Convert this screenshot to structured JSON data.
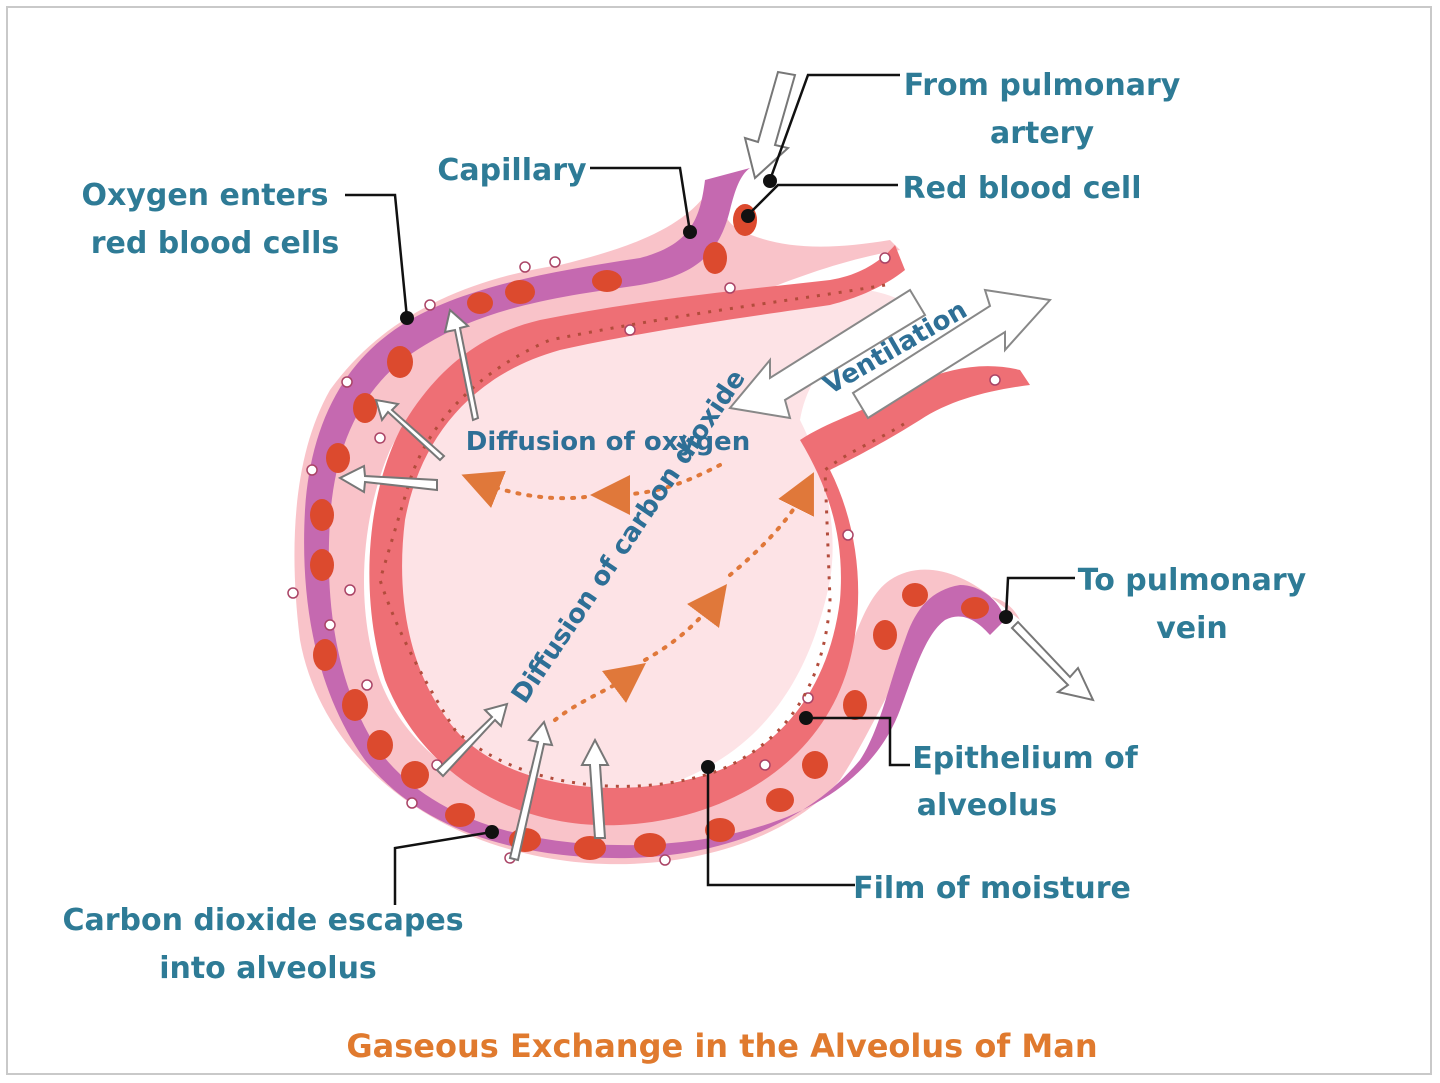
{
  "labels": {
    "from_artery_1": "From pulmonary",
    "from_artery_2": "artery",
    "red_blood_cell": "Red blood cell",
    "capillary": "Capillary",
    "oxygen_enters_1": "Oxygen enters",
    "oxygen_enters_2": "red blood cells",
    "ventilation": "Ventilation",
    "diffusion_oxygen": "Diffusion of oxygen",
    "diffusion_co2": "Diffusion of carbon dioxide",
    "to_vein_1": "To pulmonary",
    "to_vein_2": "vein",
    "epithelium_1": "Epithelium of",
    "epithelium_2": "alveolus",
    "film_moisture": "Film of moisture",
    "co2_escapes_1": "Carbon dioxide escapes",
    "co2_escapes_2": "into alveolus"
  },
  "caption": "Gaseous Exchange in the Alveolus of Man",
  "colors": {
    "label": "#2e7b96",
    "caption": "#e07a2e",
    "capillary": "#c569b0",
    "epithelium": "#ee6f75",
    "tissue": "#f8b9bf",
    "alveolus_space": "#fde3e6",
    "rbc": "#dc4a2e",
    "diffusion_arrow": "#e0783a"
  }
}
